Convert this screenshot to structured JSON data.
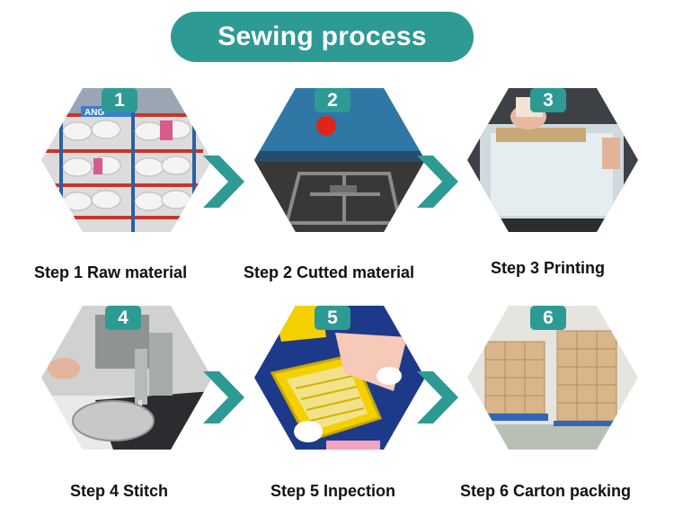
{
  "title": "Sewing process",
  "colors": {
    "accent": "#2e9a94",
    "caption": "#111111"
  },
  "steps": [
    {
      "number": "1",
      "caption": "Step 1 Raw material",
      "image": "fabric-rolls-on-racks",
      "sign": "ANG"
    },
    {
      "number": "2",
      "caption": "Step 2 Cutted material",
      "image": "cutting-machine-die"
    },
    {
      "number": "3",
      "caption": "Step 3 Printing",
      "image": "screen-printing-squeegee"
    },
    {
      "number": "4",
      "caption": "Step 4 Stitch",
      "image": "sewing-machine-needle"
    },
    {
      "number": "5",
      "caption": "Step 5 Inpection",
      "image": "yellow-organizer-inspection"
    },
    {
      "number": "6",
      "caption": "Step 6 Carton packing",
      "image": "stacked-cartons-warehouse"
    }
  ],
  "arrows": [
    "chevron-right-icon",
    "chevron-right-icon",
    "chevron-right-icon",
    "chevron-right-icon"
  ]
}
